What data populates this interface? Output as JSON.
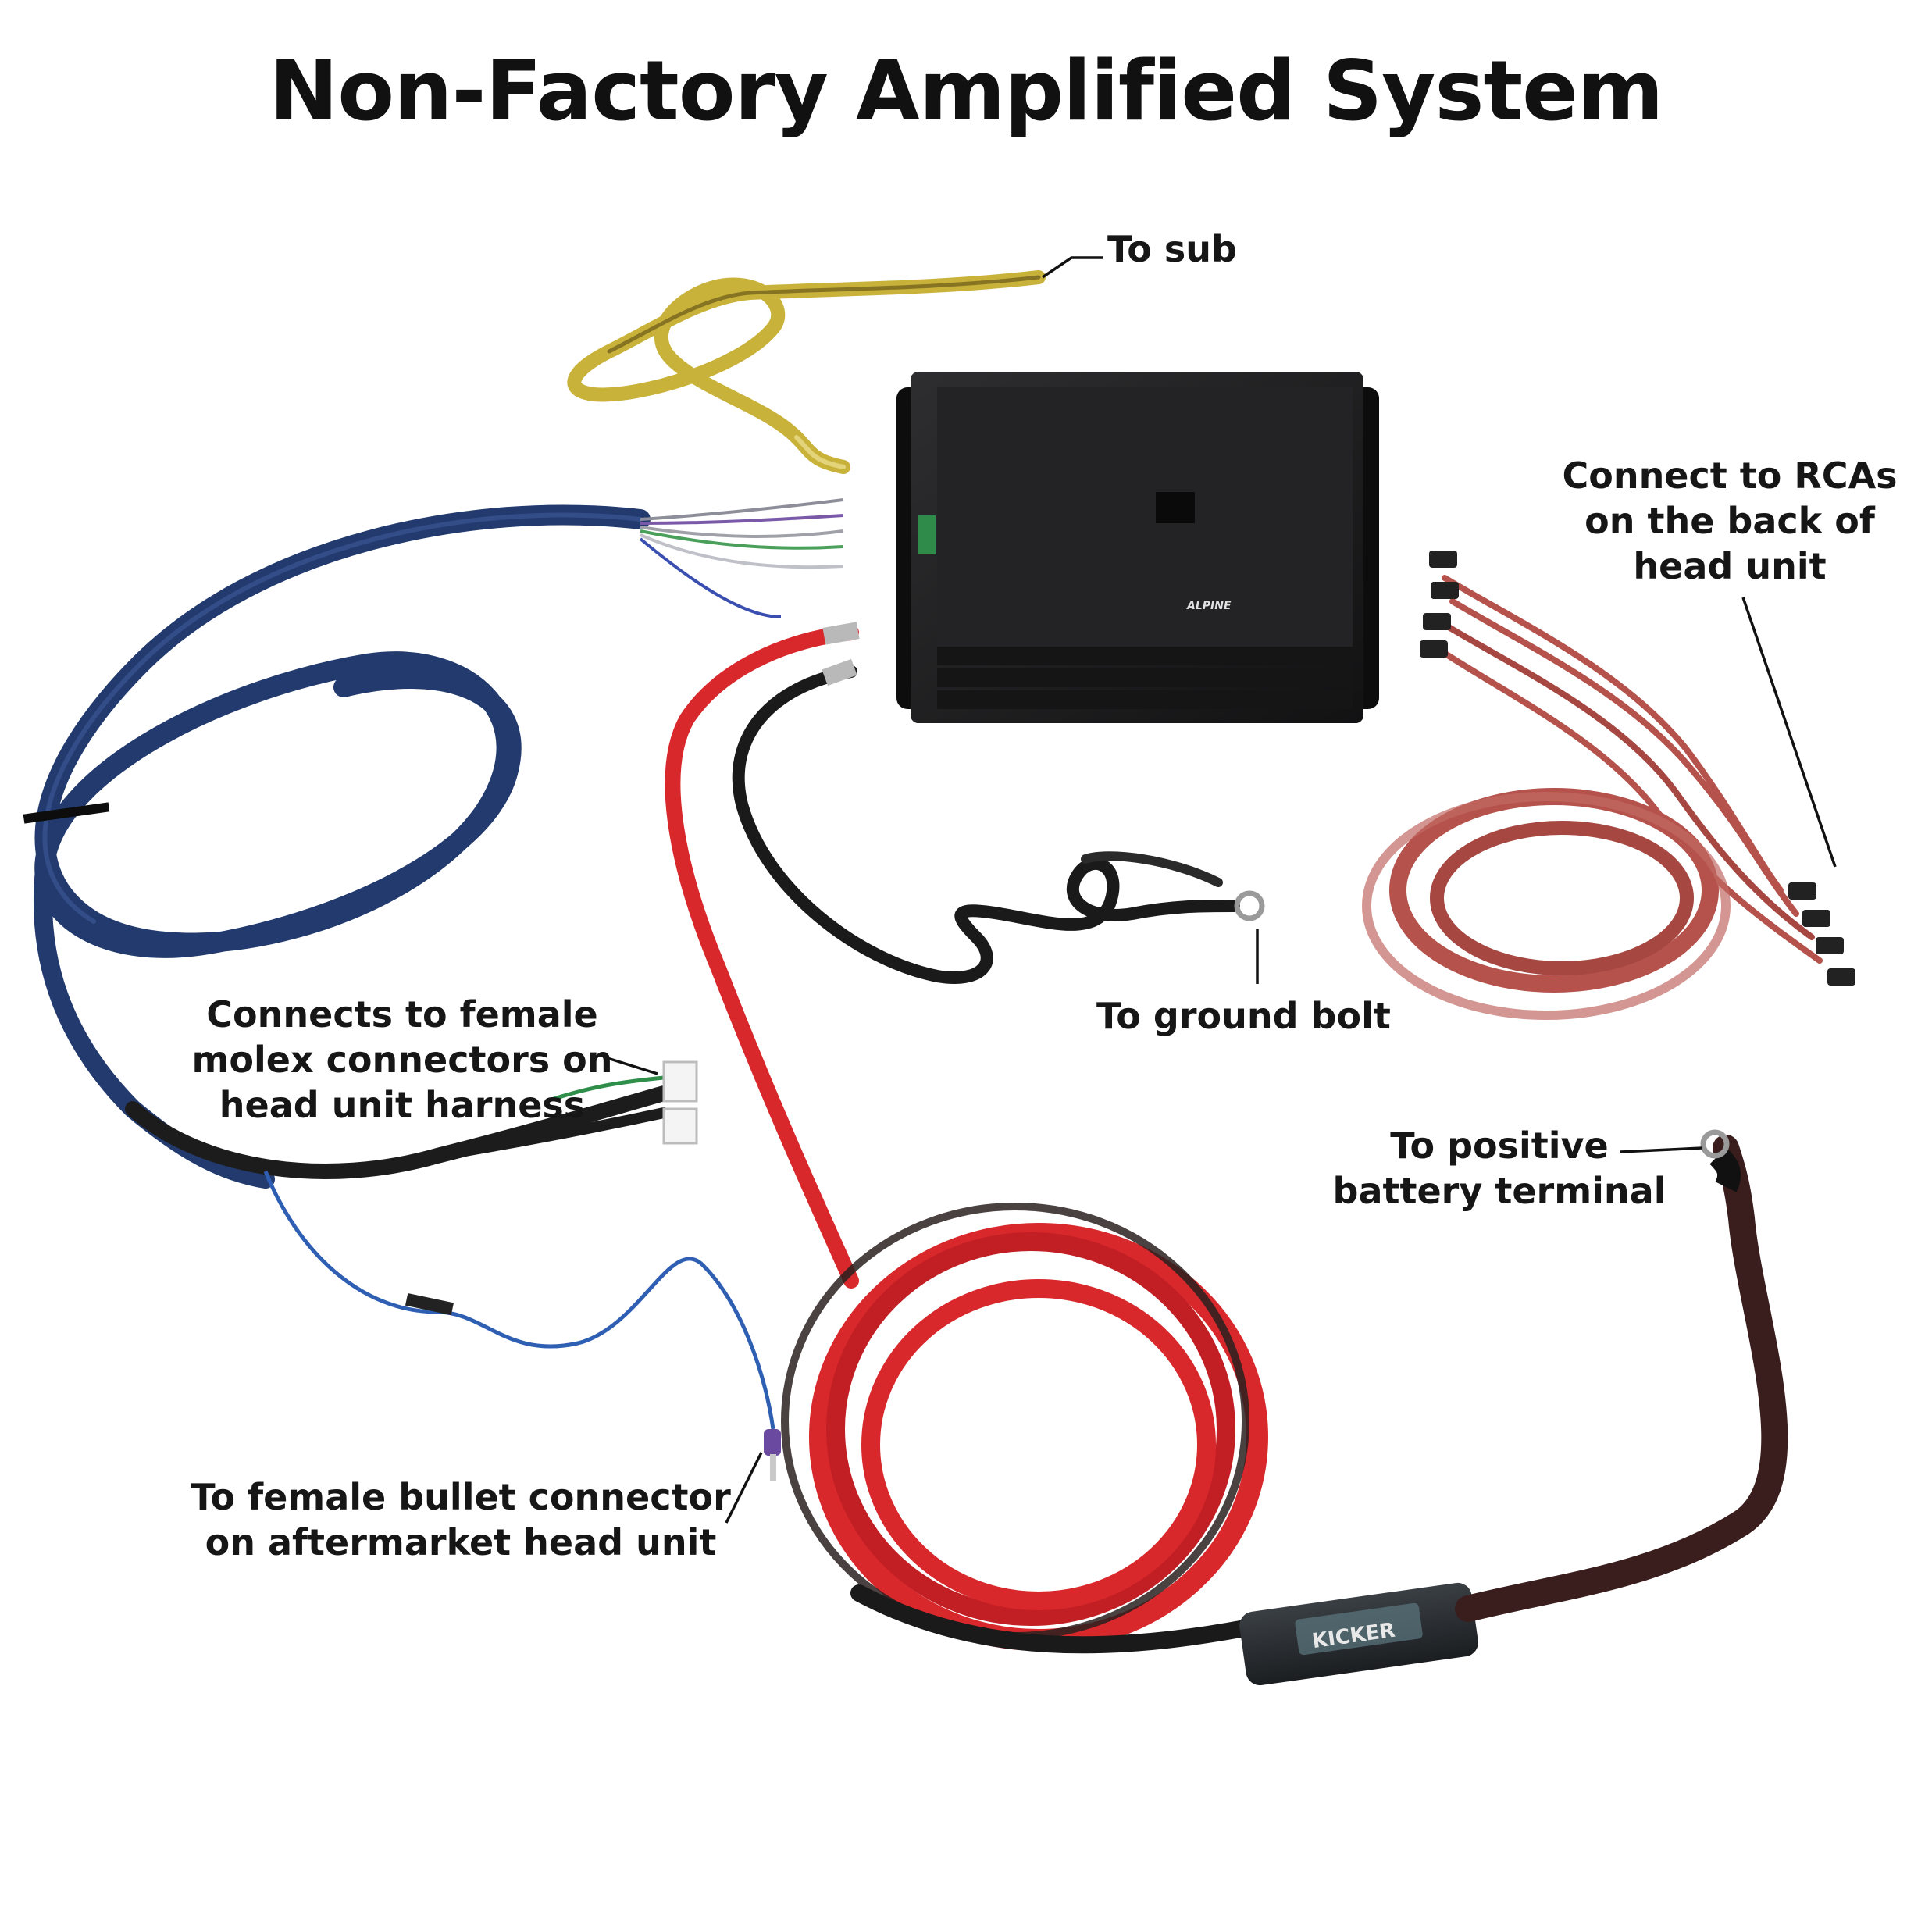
{
  "title": "Non-Factory Amplified System",
  "labels": {
    "to_sub": "To sub",
    "rca": [
      "Connect to RCAs",
      "on the back of",
      "head unit"
    ],
    "ground": "To ground bolt",
    "molex": [
      "Connects to female",
      "molex connectors on",
      "head unit harness"
    ],
    "battery": [
      "To positive",
      "battery terminal"
    ],
    "bullet": [
      "To female bullet connector",
      "on aftermarket head unit"
    ]
  },
  "brands": {
    "amplifier": "ALPINE",
    "fuse_holder": "KICKER"
  },
  "colors": {
    "power_wire": "#d8282c",
    "ground_wire": "#1a1a1a",
    "remote_wire": "#2f5fb3",
    "speaker_wire": "#c9b23a",
    "rca_cable": "#b5524c",
    "loom": "#223a6e",
    "amp_body": "#1c1c1d"
  }
}
